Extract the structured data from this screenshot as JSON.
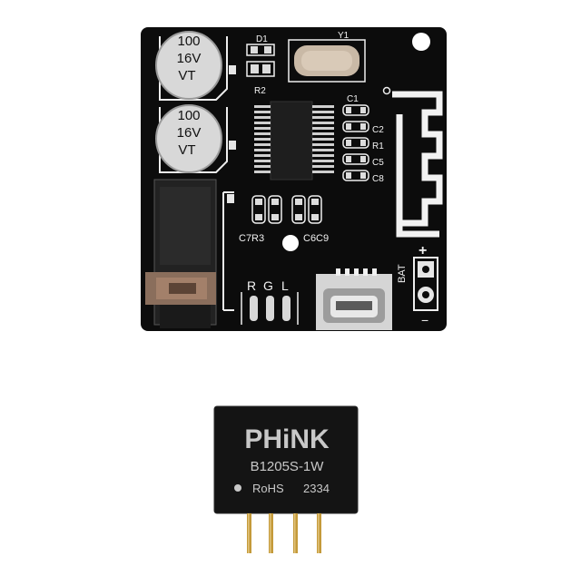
{
  "board": {
    "cap_top": [
      "100",
      "16V",
      "VT"
    ],
    "cap_bottom": [
      "100",
      "16V",
      "VT"
    ],
    "label_d1": "D1",
    "label_y1": "Y1",
    "label_r2": "R2",
    "label_c1": "C1",
    "label_c2": "C2",
    "label_r1": "R1",
    "label_c5": "C5",
    "label_c8": "C8",
    "label_c7r3": "C7R3",
    "label_c6c9": "C6C9",
    "label_r": "R",
    "label_g": "G",
    "label_l": "L",
    "label_bat": "BAT",
    "label_plus": "+",
    "label_minus": "−"
  },
  "module": {
    "brand": "PHiNK",
    "part": "B1205S-1W",
    "rohs": "RoHS",
    "date_code": "2334"
  },
  "colors": {
    "pcb": "#0c0c0c",
    "silkscreen": "#f2f2f2",
    "cap_body": "#d8d8d8",
    "crystal": "#c9b9a6",
    "module_body": "#141414",
    "pin": "#c49a3a"
  }
}
